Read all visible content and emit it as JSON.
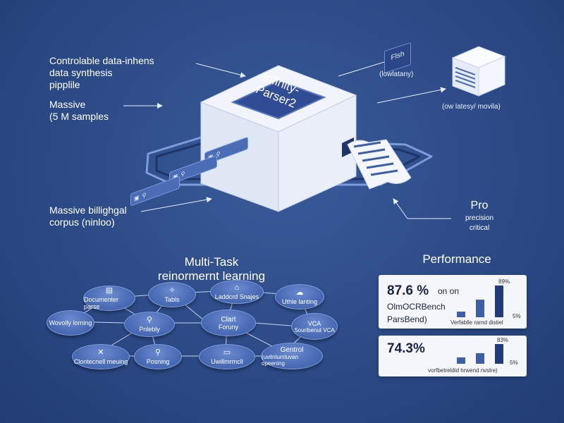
{
  "colors": {
    "background": "#2c4a86",
    "node": "#4a6bb5",
    "accent": "#3e5fa6",
    "accent_dark": "#213b7a",
    "card": "#f4f6fb"
  },
  "left_annotations": {
    "pipeline": [
      "Controlable data-inhens",
      "data synthesis",
      "pipplile"
    ],
    "samples": [
      "Massive",
      "(5 M samples"
    ],
    "corpus": [
      "Massive billighgal",
      "corpus (ninloo)"
    ]
  },
  "center_box": {
    "title_line1": "Infinity-",
    "title_line2": "Parser2"
  },
  "chips": [
    "",
    "",
    ""
  ],
  "top_tag": {
    "label": "Flsh",
    "caption": "(lowlatany)"
  },
  "right_cube": {
    "caption": "(ow latesy/ movila)"
  },
  "pro_annotation": {
    "title": "Pro",
    "line1": "precision",
    "line2": "critical"
  },
  "multi_task": {
    "heading_line1": "Multi-Task",
    "heading_line2": "reinormernt learning",
    "nodes": [
      {
        "icon": "doc-icon",
        "glyph": "▤",
        "label": "Documenter parse"
      },
      {
        "icon": "spark-icon",
        "glyph": "✧",
        "label": "Tabls"
      },
      {
        "icon": "home-icon",
        "glyph": "⌂",
        "label": "Laddcrd Snajes"
      },
      {
        "icon": "cloud-icon",
        "glyph": "☁",
        "label": "Uthle lanting"
      },
      {
        "icon": "wave-icon",
        "glyph": "〰",
        "label": "Wovolly lorning"
      },
      {
        "icon": "link-icon",
        "glyph": "⚲",
        "label": "Pnlebly"
      },
      {
        "icon": "",
        "glyph": "",
        "label": "Clart",
        "label2": "Foruny"
      },
      {
        "icon": "vca-icon",
        "glyph": "⊟",
        "label": "VCA",
        "label2": "Souribenut VCA"
      },
      {
        "icon": "cross-icon",
        "glyph": "✕",
        "label": "Clontecnell meuing"
      },
      {
        "icon": "search-icon",
        "glyph": "⚲",
        "label": "Posning"
      },
      {
        "icon": "monitor-icon",
        "glyph": "▭",
        "label": "Uwillmrmcll"
      },
      {
        "icon": "",
        "glyph": "",
        "label": "Gentrol",
        "label2": "(uvitnlumtuvan opeening"
      }
    ]
  },
  "performance": {
    "heading": "Performance",
    "card1": {
      "value": "87.6 %",
      "suffix": "on on",
      "bench1": "OlmOCRBench",
      "bench2": "ParsBend)",
      "caption": "Verfablle rarnd distiel",
      "top_pct": "89%",
      "bottom_pct": "5%"
    },
    "card2": {
      "value": "74.3%",
      "caption": "vorfbetreldid hrwend nvslre)",
      "top_pct": "83%",
      "bottom_pct": "5%"
    }
  },
  "chart_data": [
    {
      "type": "bar",
      "categories": [
        "",
        "",
        ""
      ],
      "values": [
        16,
        49,
        89
      ],
      "ylim": [
        0,
        100
      ]
    },
    {
      "type": "bar",
      "categories": [
        "",
        "",
        ""
      ],
      "values": [
        26,
        45,
        83
      ],
      "ylim": [
        0,
        100
      ]
    }
  ]
}
